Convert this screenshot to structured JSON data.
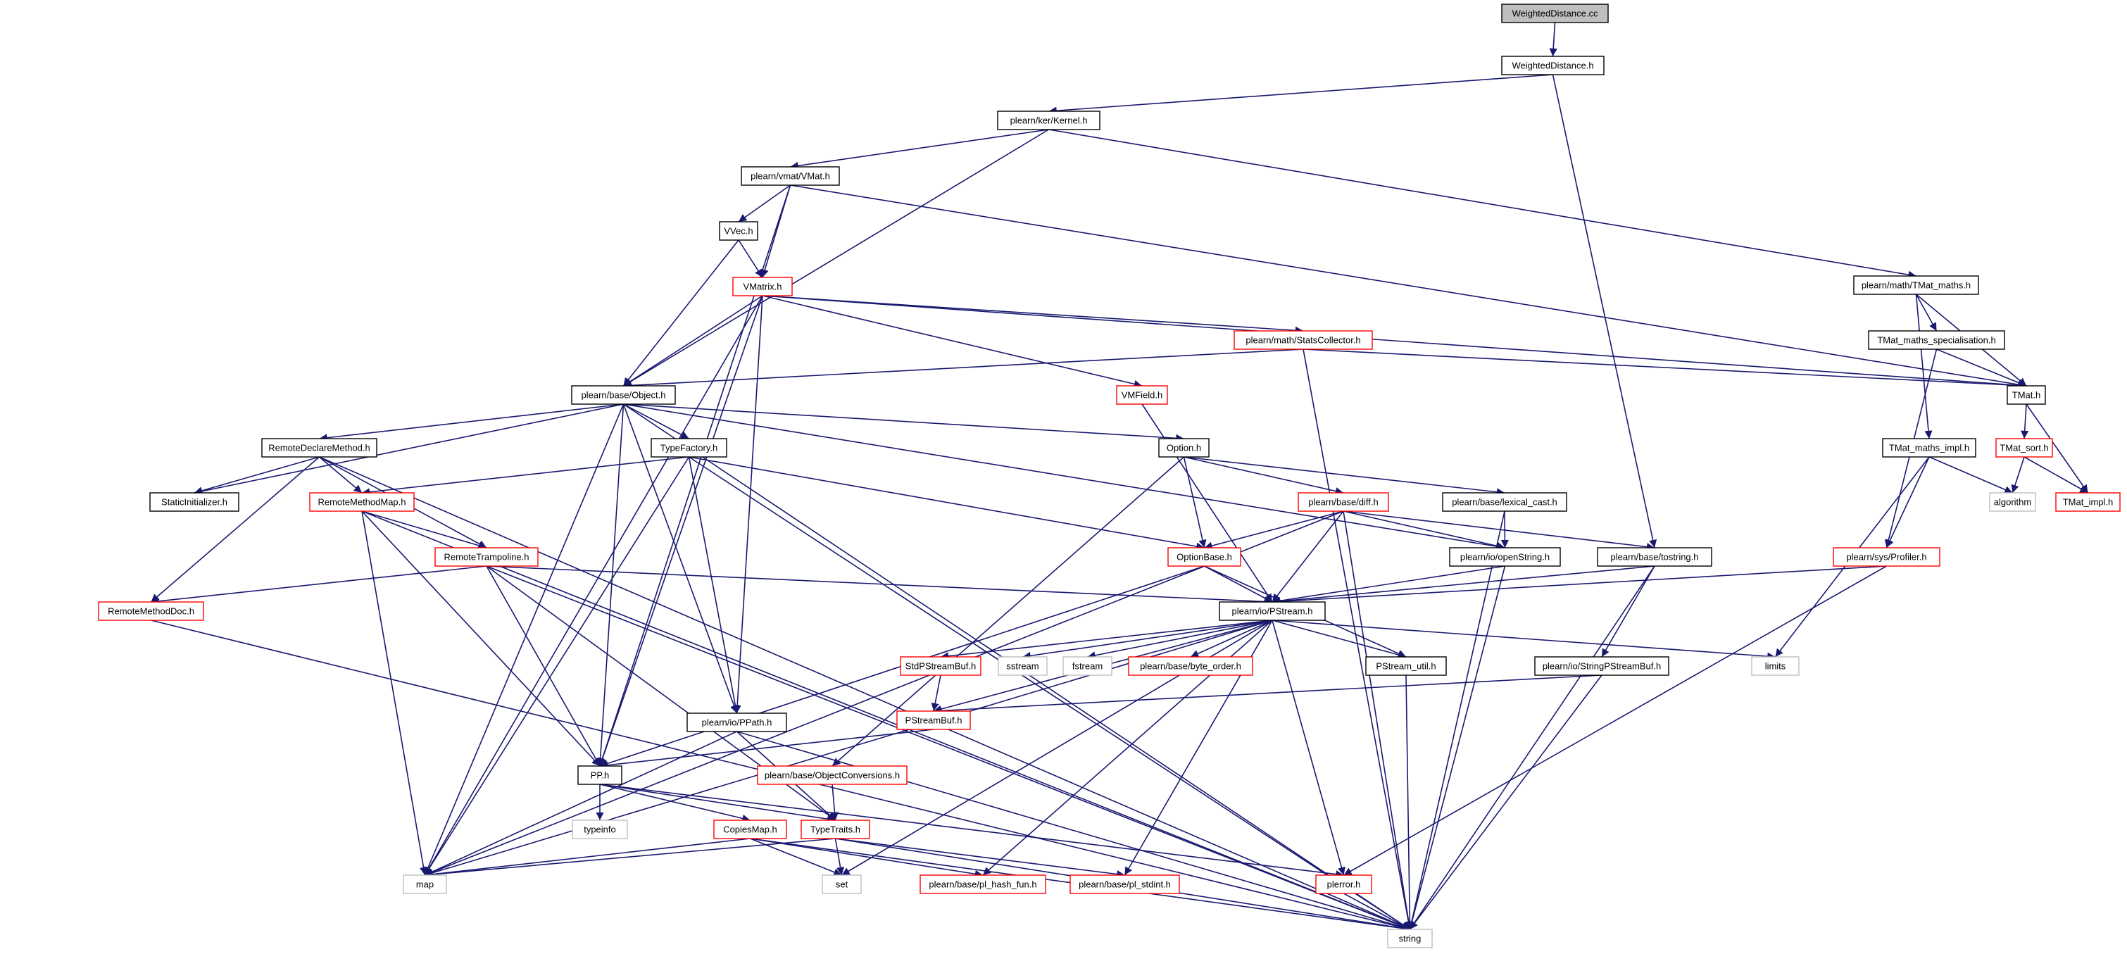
{
  "graph": {
    "title": "WeightedDistance.cc",
    "colors": {
      "edge": "#191970",
      "root_fill": "#bfbfbf",
      "root_border": "#000000",
      "documented_border": "#000000",
      "incomplete_border": "#ff0000",
      "system_border": "#bfbfbf"
    },
    "nodes": [
      {
        "id": "weighteddistance_cc",
        "label": "WeightedDistance.cc",
        "kind": "root"
      },
      {
        "id": "weighteddistance_h",
        "label": "WeightedDistance.h",
        "kind": "documented"
      },
      {
        "id": "kernel_h",
        "label": "plearn/ker/Kernel.h",
        "kind": "documented"
      },
      {
        "id": "vmat_h",
        "label": "plearn/vmat/VMat.h",
        "kind": "documented"
      },
      {
        "id": "vvec_h",
        "label": "VVec.h",
        "kind": "documented"
      },
      {
        "id": "vmatrix_h",
        "label": "VMatrix.h",
        "kind": "incomplete"
      },
      {
        "id": "tmat_maths_h",
        "label": "plearn/math/TMat_maths.h",
        "kind": "documented"
      },
      {
        "id": "tmat_maths_spec_h",
        "label": "TMat_maths_specialisation.h",
        "kind": "documented"
      },
      {
        "id": "statscollector_h",
        "label": "plearn/math/StatsCollector.h",
        "kind": "incomplete"
      },
      {
        "id": "object_h",
        "label": "plearn/base/Object.h",
        "kind": "documented"
      },
      {
        "id": "vmfield_h",
        "label": "VMField.h",
        "kind": "incomplete"
      },
      {
        "id": "tmat_h",
        "label": "TMat.h",
        "kind": "documented"
      },
      {
        "id": "remotedeclaremethod_h",
        "label": "RemoteDeclareMethod.h",
        "kind": "documented"
      },
      {
        "id": "typefactory_h",
        "label": "TypeFactory.h",
        "kind": "documented"
      },
      {
        "id": "option_h",
        "label": "Option.h",
        "kind": "documented"
      },
      {
        "id": "tmat_maths_impl_h",
        "label": "TMat_maths_impl.h",
        "kind": "documented"
      },
      {
        "id": "tmat_sort_h",
        "label": "TMat_sort.h",
        "kind": "incomplete"
      },
      {
        "id": "staticinitializer_h",
        "label": "StaticInitializer.h",
        "kind": "documented"
      },
      {
        "id": "remotemethodmap_h",
        "label": "RemoteMethodMap.h",
        "kind": "incomplete"
      },
      {
        "id": "diff_h",
        "label": "plearn/base/diff.h",
        "kind": "incomplete"
      },
      {
        "id": "lexical_cast_h",
        "label": "plearn/base/lexical_cast.h",
        "kind": "documented"
      },
      {
        "id": "algorithm",
        "label": "algorithm",
        "kind": "system"
      },
      {
        "id": "tmat_impl_h",
        "label": "TMat_impl.h",
        "kind": "incomplete"
      },
      {
        "id": "remotetrampoline_h",
        "label": "RemoteTrampoline.h",
        "kind": "incomplete"
      },
      {
        "id": "optionbase_h",
        "label": "OptionBase.h",
        "kind": "incomplete"
      },
      {
        "id": "openstring_h",
        "label": "plearn/io/openString.h",
        "kind": "documented"
      },
      {
        "id": "tostring_h",
        "label": "plearn/base/tostring.h",
        "kind": "documented"
      },
      {
        "id": "profiler_h",
        "label": "plearn/sys/Profiler.h",
        "kind": "incomplete"
      },
      {
        "id": "remotemethoddoc_h",
        "label": "RemoteMethodDoc.h",
        "kind": "incomplete"
      },
      {
        "id": "pstream_h",
        "label": "plearn/io/PStream.h",
        "kind": "documented"
      },
      {
        "id": "stdpstreambuf_h",
        "label": "StdPStreamBuf.h",
        "kind": "incomplete"
      },
      {
        "id": "sstream",
        "label": "sstream",
        "kind": "system"
      },
      {
        "id": "fstream",
        "label": "fstream",
        "kind": "system"
      },
      {
        "id": "byte_order_h",
        "label": "plearn/base/byte_order.h",
        "kind": "incomplete"
      },
      {
        "id": "pstream_util_h",
        "label": "PStream_util.h",
        "kind": "documented"
      },
      {
        "id": "stringpstreambuf_h",
        "label": "plearn/io/StringPStreamBuf.h",
        "kind": "documented"
      },
      {
        "id": "limits",
        "label": "limits",
        "kind": "system"
      },
      {
        "id": "ppath_h",
        "label": "plearn/io/PPath.h",
        "kind": "documented"
      },
      {
        "id": "pstreambuf_h",
        "label": "PStreamBuf.h",
        "kind": "incomplete"
      },
      {
        "id": "objectconversions_h",
        "label": "plearn/base/ObjectConversions.h",
        "kind": "incomplete"
      },
      {
        "id": "pp_h",
        "label": "PP.h",
        "kind": "documented"
      },
      {
        "id": "typeinfo",
        "label": "typeinfo",
        "kind": "system"
      },
      {
        "id": "copiesmap_h",
        "label": "CopiesMap.h",
        "kind": "incomplete"
      },
      {
        "id": "typetraits_h",
        "label": "TypeTraits.h",
        "kind": "incomplete"
      },
      {
        "id": "map",
        "label": "map",
        "kind": "system"
      },
      {
        "id": "set",
        "label": "set",
        "kind": "system"
      },
      {
        "id": "pl_hash_fun_h",
        "label": "plearn/base/pl_hash_fun.h",
        "kind": "incomplete"
      },
      {
        "id": "pl_stdint_h",
        "label": "plearn/base/pl_stdint.h",
        "kind": "incomplete"
      },
      {
        "id": "plerror_h",
        "label": "plerror.h",
        "kind": "incomplete"
      },
      {
        "id": "string",
        "label": "string",
        "kind": "system"
      }
    ],
    "edges": [
      [
        "weighteddistance_cc",
        "weighteddistance_h"
      ],
      [
        "weighteddistance_h",
        "kernel_h"
      ],
      [
        "weighteddistance_h",
        "tostring_h"
      ],
      [
        "kernel_h",
        "vmat_h"
      ],
      [
        "kernel_h",
        "object_h"
      ],
      [
        "kernel_h",
        "tmat_maths_h"
      ],
      [
        "vmat_h",
        "vvec_h"
      ],
      [
        "vmat_h",
        "vmatrix_h"
      ],
      [
        "vmat_h",
        "pp_h"
      ],
      [
        "vmat_h",
        "tmat_h"
      ],
      [
        "vvec_h",
        "vmatrix_h"
      ],
      [
        "vvec_h",
        "object_h"
      ],
      [
        "vmatrix_h",
        "object_h"
      ],
      [
        "vmatrix_h",
        "statscollector_h"
      ],
      [
        "vmatrix_h",
        "vmfield_h"
      ],
      [
        "vmatrix_h",
        "tmat_h"
      ],
      [
        "vmatrix_h",
        "ppath_h"
      ],
      [
        "vmatrix_h",
        "map"
      ],
      [
        "vmatrix_h",
        "pp_h"
      ],
      [
        "tmat_maths_h",
        "tmat_maths_spec_h"
      ],
      [
        "tmat_maths_h",
        "tmat_h"
      ],
      [
        "tmat_maths_h",
        "tmat_maths_impl_h"
      ],
      [
        "tmat_maths_spec_h",
        "tmat_h"
      ],
      [
        "tmat_maths_spec_h",
        "profiler_h"
      ],
      [
        "statscollector_h",
        "object_h"
      ],
      [
        "statscollector_h",
        "tmat_h"
      ],
      [
        "statscollector_h",
        "string"
      ],
      [
        "vmfield_h",
        "pstream_h"
      ],
      [
        "tmat_h",
        "tmat_sort_h"
      ],
      [
        "tmat_h",
        "tmat_impl_h"
      ],
      [
        "tmat_sort_h",
        "algorithm"
      ],
      [
        "tmat_sort_h",
        "tmat_impl_h"
      ],
      [
        "tmat_maths_impl_h",
        "algorithm"
      ],
      [
        "tmat_maths_impl_h",
        "profiler_h"
      ],
      [
        "tmat_maths_impl_h",
        "limits"
      ],
      [
        "object_h",
        "remotedeclaremethod_h"
      ],
      [
        "object_h",
        "typefactory_h"
      ],
      [
        "object_h",
        "option_h"
      ],
      [
        "object_h",
        "staticinitializer_h"
      ],
      [
        "object_h",
        "pp_h"
      ],
      [
        "object_h",
        "ppath_h"
      ],
      [
        "object_h",
        "openstring_h"
      ],
      [
        "object_h",
        "map"
      ],
      [
        "object_h",
        "string"
      ],
      [
        "remotedeclaremethod_h",
        "staticinitializer_h"
      ],
      [
        "remotedeclaremethod_h",
        "remotemethodmap_h"
      ],
      [
        "remotedeclaremethod_h",
        "remotetrampoline_h"
      ],
      [
        "remotedeclaremethod_h",
        "remotemethoddoc_h"
      ],
      [
        "remotedeclaremethod_h",
        "string"
      ],
      [
        "typefactory_h",
        "remotemethodmap_h"
      ],
      [
        "typefactory_h",
        "optionbase_h"
      ],
      [
        "typefactory_h",
        "ppath_h"
      ],
      [
        "typefactory_h",
        "map"
      ],
      [
        "typefactory_h",
        "string"
      ],
      [
        "option_h",
        "diff_h"
      ],
      [
        "option_h",
        "optionbase_h"
      ],
      [
        "option_h",
        "lexical_cast_h"
      ],
      [
        "option_h",
        "objectconversions_h"
      ],
      [
        "remotemethodmap_h",
        "remotetrampoline_h"
      ],
      [
        "remotemethodmap_h",
        "pp_h"
      ],
      [
        "remotemethodmap_h",
        "map"
      ],
      [
        "remotemethodmap_h",
        "string"
      ],
      [
        "diff_h",
        "optionbase_h"
      ],
      [
        "diff_h",
        "openstring_h"
      ],
      [
        "diff_h",
        "tostring_h"
      ],
      [
        "diff_h",
        "pstream_h"
      ],
      [
        "diff_h",
        "map"
      ],
      [
        "diff_h",
        "string"
      ],
      [
        "lexical_cast_h",
        "openstring_h"
      ],
      [
        "lexical_cast_h",
        "string"
      ],
      [
        "remotetrampoline_h",
        "remotemethoddoc_h"
      ],
      [
        "remotetrampoline_h",
        "pstream_h"
      ],
      [
        "remotetrampoline_h",
        "pp_h"
      ],
      [
        "remotetrampoline_h",
        "typetraits_h"
      ],
      [
        "remotetrampoline_h",
        "string"
      ],
      [
        "optionbase_h",
        "pstream_h"
      ],
      [
        "optionbase_h",
        "pp_h"
      ],
      [
        "optionbase_h",
        "pstream_util_h"
      ],
      [
        "openstring_h",
        "pstream_h"
      ],
      [
        "openstring_h",
        "string"
      ],
      [
        "tostring_h",
        "pstream_h"
      ],
      [
        "tostring_h",
        "stringpstreambuf_h"
      ],
      [
        "tostring_h",
        "string"
      ],
      [
        "profiler_h",
        "pstream_h"
      ],
      [
        "profiler_h",
        "plerror_h"
      ],
      [
        "remotemethoddoc_h",
        "string"
      ],
      [
        "pstream_h",
        "stdpstreambuf_h"
      ],
      [
        "pstream_h",
        "sstream"
      ],
      [
        "pstream_h",
        "fstream"
      ],
      [
        "pstream_h",
        "byte_order_h"
      ],
      [
        "pstream_h",
        "pstream_util_h"
      ],
      [
        "pstream_h",
        "limits"
      ],
      [
        "pstream_h",
        "pstreambuf_h"
      ],
      [
        "pstream_h",
        "map"
      ],
      [
        "pstream_h",
        "set"
      ],
      [
        "pstream_h",
        "pl_hash_fun_h"
      ],
      [
        "pstream_h",
        "pl_stdint_h"
      ],
      [
        "pstream_h",
        "plerror_h"
      ],
      [
        "stdpstreambuf_h",
        "pstreambuf_h"
      ],
      [
        "pstream_util_h",
        "string"
      ],
      [
        "stringpstreambuf_h",
        "pstreambuf_h"
      ],
      [
        "stringpstreambuf_h",
        "string"
      ],
      [
        "ppath_h",
        "typetraits_h"
      ],
      [
        "ppath_h",
        "map"
      ],
      [
        "ppath_h",
        "string"
      ],
      [
        "pstreambuf_h",
        "pp_h"
      ],
      [
        "objectconversions_h",
        "typetraits_h"
      ],
      [
        "pp_h",
        "typeinfo"
      ],
      [
        "pp_h",
        "copiesmap_h"
      ],
      [
        "pp_h",
        "typetraits_h"
      ],
      [
        "pp_h",
        "plerror_h"
      ],
      [
        "copiesmap_h",
        "map"
      ],
      [
        "copiesmap_h",
        "set"
      ],
      [
        "copiesmap_h",
        "pl_hash_fun_h"
      ],
      [
        "copiesmap_h",
        "string"
      ],
      [
        "typetraits_h",
        "map"
      ],
      [
        "typetraits_h",
        "set"
      ],
      [
        "typetraits_h",
        "pl_stdint_h"
      ],
      [
        "typetraits_h",
        "string"
      ],
      [
        "plerror_h",
        "string"
      ]
    ]
  }
}
